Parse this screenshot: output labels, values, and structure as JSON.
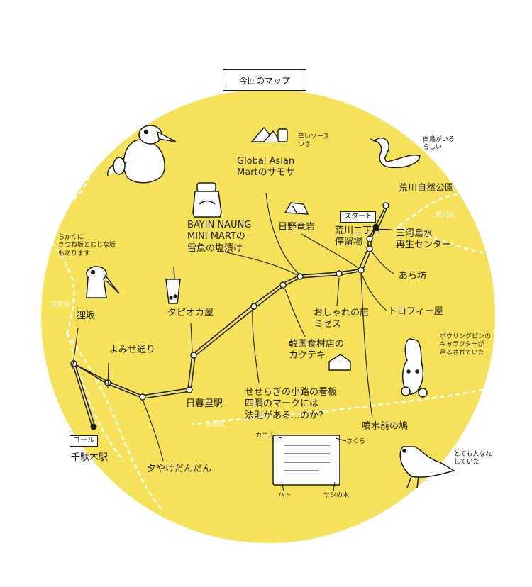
{
  "map": {
    "title": "今回のマップ",
    "colors": {
      "circle": "#F5E25A",
      "ink": "#1a1a1a",
      "border_dash": "#ffffff"
    },
    "start_tag": "スタート",
    "goal_tag": "ゴール",
    "wards": {
      "arakawa": "荒川区",
      "bunkyo": "文京区",
      "taito": "台東区"
    },
    "places": {
      "arakawa_park": "荒川自然公園",
      "egret_note": "白鳥がいる\nらしい",
      "global_asian": "Global Asian\nMartのサモサ",
      "sauce_note": "辛いソース\nつき",
      "bayin_naung": "BAYIN NAUNG\nMINI MARTの\n雷魚の塩漬け",
      "hino_rock": "日野竜岩",
      "depot": "荒川二丁目\n停留場",
      "mikawashima": "三河島水\n再生センター",
      "arabou": "あら坊",
      "trophy": "トロフィー屋",
      "mises": "おしゃれの店\nミセス",
      "kaktegi": "韓国食材店の\nカクテキ",
      "tapioca": "タピオカ屋",
      "nippori": "日暮里駅",
      "yomise": "よみせ通り",
      "tanuki_zaka": "狸坂",
      "slope_note": "ちかくに\nきつね坂とむじな坂\nもあります",
      "sendagi": "千駄木駅",
      "yuyake": "夕やけだんだん",
      "seseragi": "せせらぎの小路の看板\n四隅のマークには\n法則がある…のか?",
      "pin_note": "ボウリングピンの\nキャラクターが\n吊るされていた",
      "pigeon": "噴水前の鳩",
      "pigeon_note": "とても人なれ\nしていた",
      "frog": "カエル",
      "sakura": "さくら",
      "hato": "ハト",
      "palm": "ヤシの木"
    }
  }
}
